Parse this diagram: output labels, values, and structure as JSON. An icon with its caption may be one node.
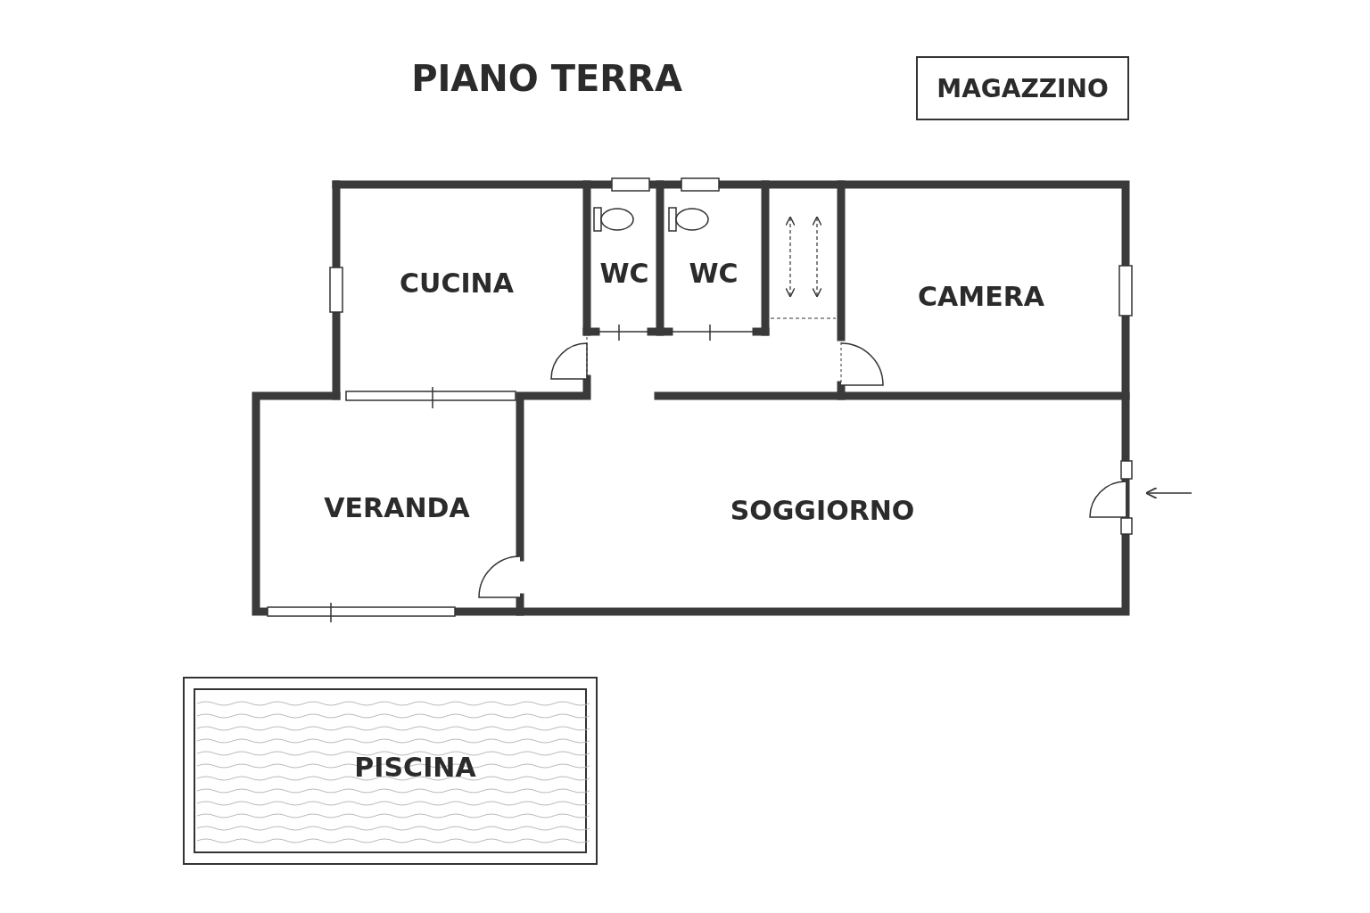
{
  "diagram": {
    "title": "PIANO TERRA",
    "nodes": [
      {
        "text": [
          "MAGAZZINO"
        ]
      },
      {
        "text": [
          "CUCINA"
        ]
      },
      {
        "text": [
          "WC"
        ]
      },
      {
        "text": [
          "WC"
        ]
      },
      {
        "text": [],
        "shape": "box"
      },
      {
        "text": [
          "CAMERA"
        ]
      },
      {
        "text": [
          "VERANDA"
        ]
      },
      {
        "text": [
          "SOGGIORNO"
        ]
      },
      {
        "text": [
          "PISCINA"
        ]
      }
    ],
    "edges": []
  }
}
